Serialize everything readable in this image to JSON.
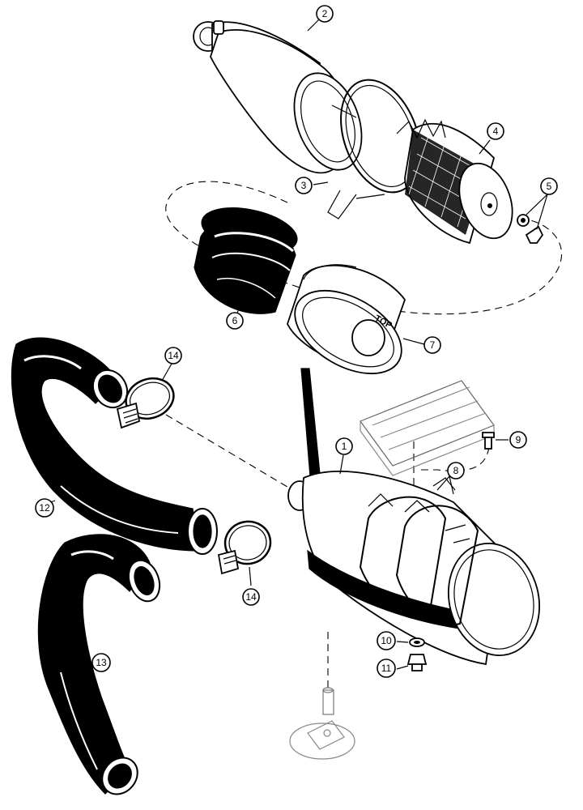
{
  "callouts": {
    "c1": "1",
    "c2": "2",
    "c3": "3",
    "c4": "4",
    "c5": "5",
    "c6": "6",
    "c7": "7",
    "c8": "8",
    "c9": "9",
    "c10": "10",
    "c11": "11",
    "c12": "12",
    "c13": "13",
    "c14a": "14",
    "c14b": "14"
  },
  "embossed_text": "TOP",
  "colors": {
    "ink": "#000000",
    "paper": "#ffffff"
  }
}
